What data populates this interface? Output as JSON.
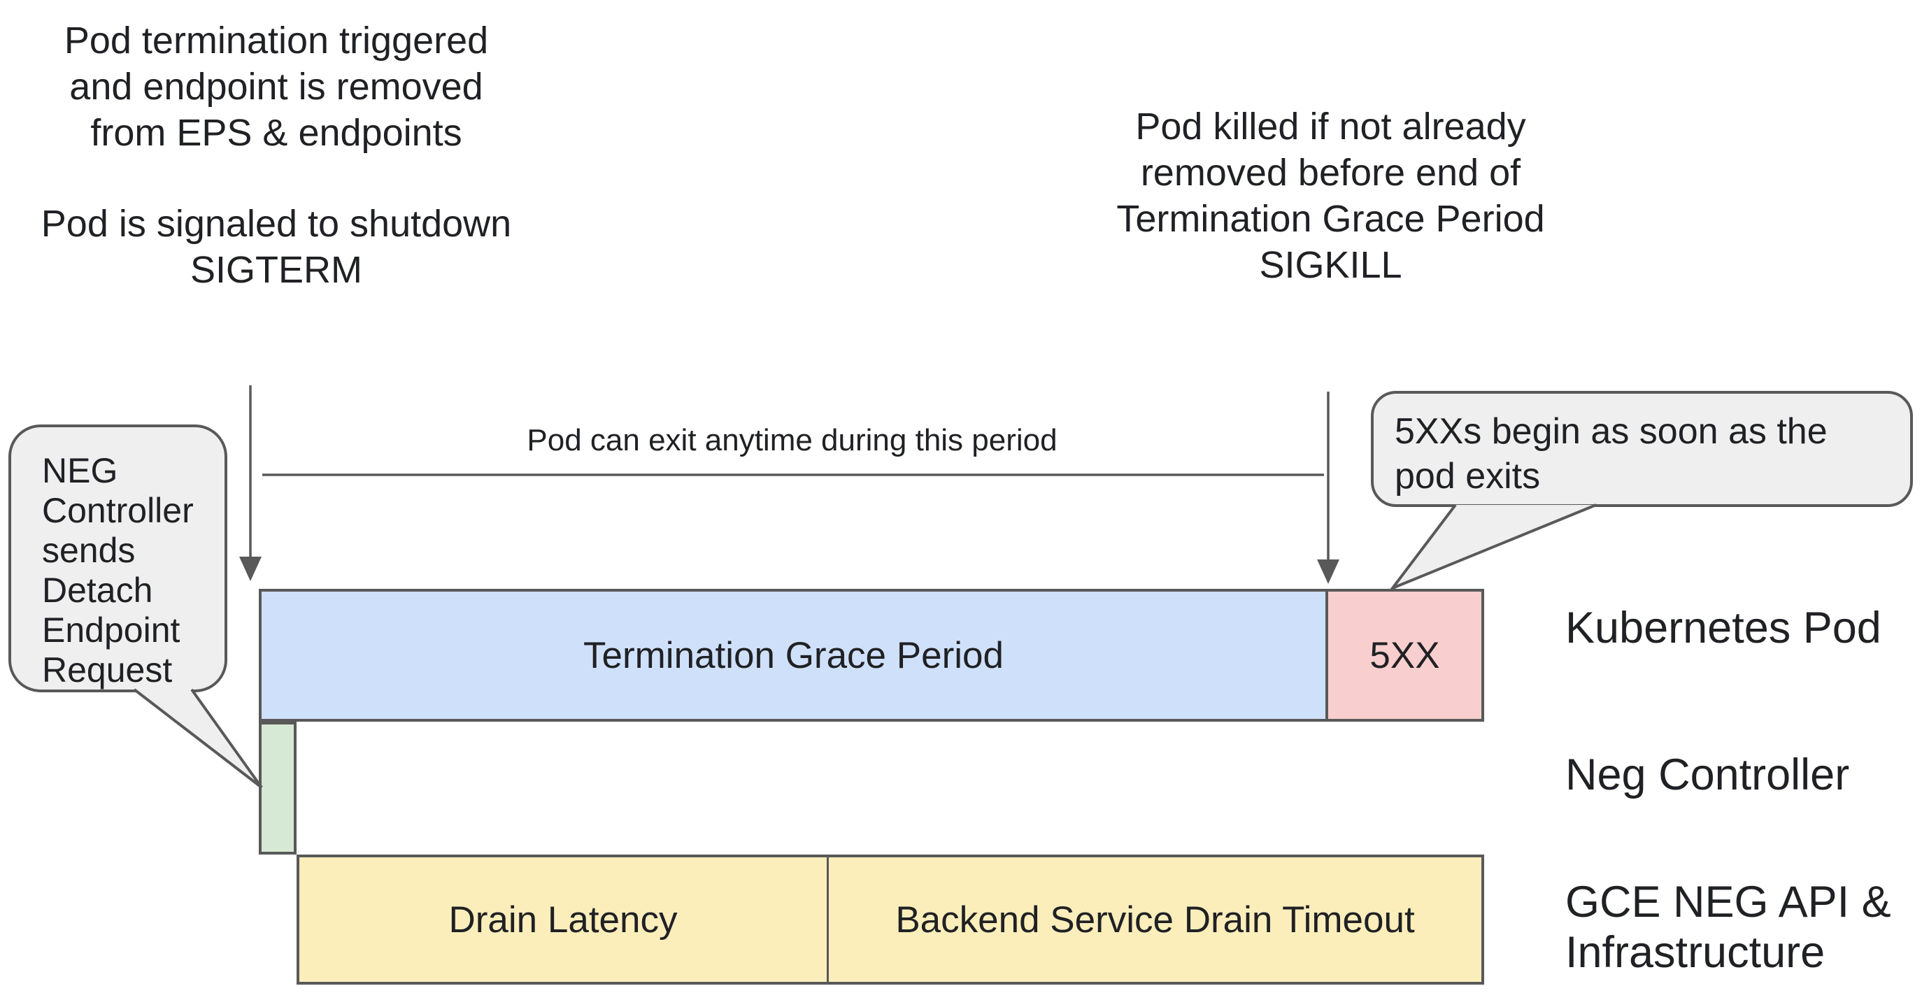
{
  "notes": {
    "top_left_para1": [
      "Pod termination triggered",
      "and endpoint is removed",
      "from EPS & endpoints"
    ],
    "top_left_para2": [
      "Pod is signaled to shutdown",
      "SIGTERM"
    ],
    "top_right": [
      "Pod killed if not already",
      "removed before end of",
      "Termination Grace Period",
      "SIGKILL"
    ],
    "period_label": "Pod can exit anytime during this period"
  },
  "callouts": {
    "neg_controller": [
      "NEG",
      "Controller",
      "sends",
      "Detach",
      "Endpoint",
      "Request"
    ],
    "five_xx": [
      "5XXs begin as soon as the",
      "pod exits"
    ]
  },
  "bars": {
    "termination_grace_period": "Termination Grace Period",
    "five_xx": "5XX",
    "drain_latency": "Drain Latency",
    "backend_service_drain_timeout": "Backend Service Drain Timeout"
  },
  "lanes": {
    "kubernetes_pod": "Kubernetes Pod",
    "neg_controller": "Neg Controller",
    "gce_line1": "GCE NEG API &",
    "gce_line2": "Infrastructure"
  },
  "colors": {
    "grace_fill": "#cfe0fa",
    "error_fill": "#f8cfce",
    "neg_fill": "#d6e9d4",
    "drain_fill": "#fbeebb",
    "callout_fill": "#efefef",
    "stroke": "#595959",
    "text": "#202124"
  }
}
